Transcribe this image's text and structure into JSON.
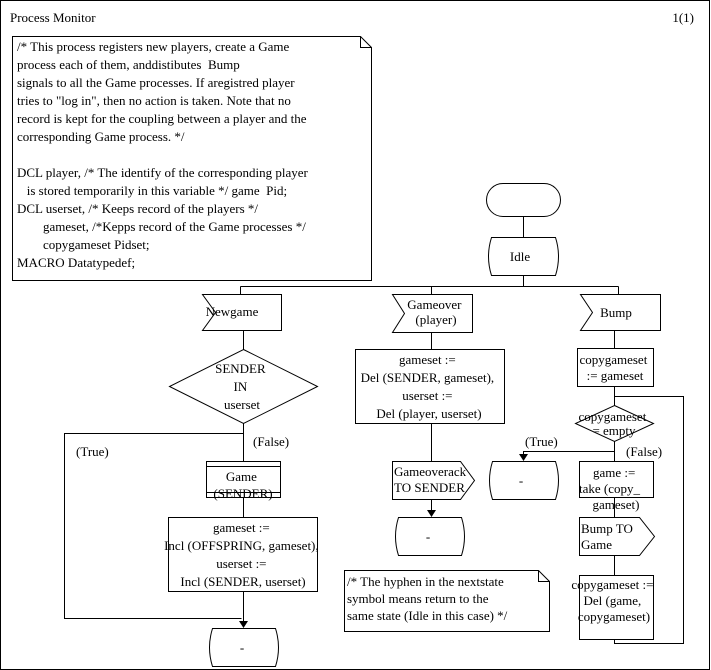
{
  "page": {
    "title": "Process Monitor",
    "page_number": "1(1)"
  },
  "comment_top": {
    "lines": [
      "/* This process registers new players, create a Game",
      "process each of them, anddistibutes  Bump",
      "signals to all the Game processes. If aregistred player",
      "tries to \"log in\", then no action is taken. Note that no",
      "record is kept for the coupling between a player and the",
      "corresponding Game process. */",
      "",
      "DCL player, /* The identify of the corresponding player",
      "   is stored temporarily in this variable */ game  Pid;",
      "DCL userset, /* Keeps record of the players */",
      "        gameset, /*Kepps record of the Game processes */",
      "        copygameset Pidset;",
      "MACRO Datatypedef;"
    ]
  },
  "state_idle": {
    "label": "Idle"
  },
  "inputs": {
    "newgame": {
      "label": "Newgame"
    },
    "gameover": {
      "lines": [
        "Gameover",
        "(player)"
      ]
    },
    "bump": {
      "label": "Bump"
    }
  },
  "decisions": {
    "sender_in_userset": {
      "lines": [
        "SENDER",
        "IN",
        "userset"
      ]
    },
    "copygameset_empty": {
      "lines": [
        "copygameset",
        "= empty"
      ]
    }
  },
  "branch_labels": {
    "true_left": "(True)",
    "false_left": "(False)",
    "true_right": "(True)",
    "false_right": "(False)"
  },
  "create_game": {
    "lines": [
      "Game",
      "(SENDER)"
    ]
  },
  "tasks": {
    "incl": {
      "lines": [
        "gameset :=",
        "Incl (OFFSPRING, gameset),",
        "userset :=",
        "Incl (SENDER, userset)"
      ]
    },
    "del_gameover": {
      "lines": [
        "gameset :=",
        "Del (SENDER, gameset),",
        "userset :=",
        "Del (player, userset)"
      ]
    },
    "copy": {
      "lines": [
        "copygameset",
        ":= gameset"
      ]
    },
    "take": {
      "lines": [
        "game :=",
        "take (copy_",
        "gameset)"
      ]
    },
    "del_copy": {
      "lines": [
        "copygameset :=",
        "Del (game,",
        "copygameset)"
      ]
    }
  },
  "outputs": {
    "gameoverack": {
      "lines": [
        "Gameoverack",
        "TO SENDER"
      ]
    },
    "bump_to_game": {
      "lines": [
        "Bump TO",
        "Game"
      ]
    }
  },
  "nextstates": {
    "label": "-"
  },
  "comment_bottom": {
    "lines": [
      "/* The hyphen in the nextstate",
      "symbol means return to the",
      "same state (Idle in this case) */"
    ]
  }
}
